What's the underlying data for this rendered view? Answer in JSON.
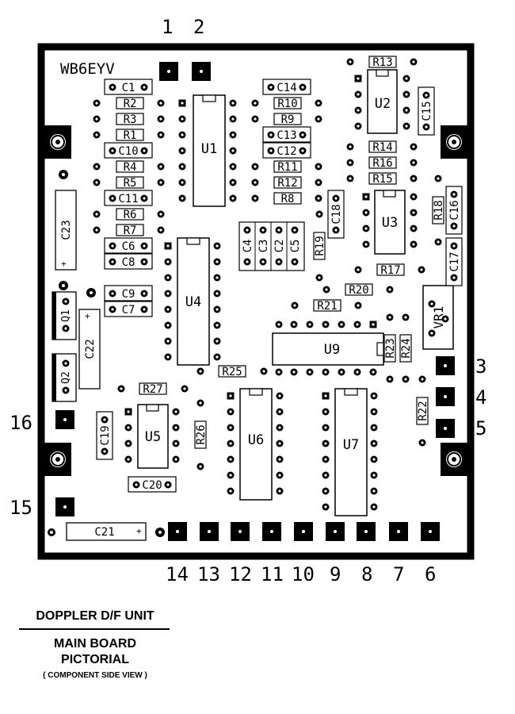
{
  "board": {
    "call_sign": "WB6EYV",
    "pin_labels": {
      "p1": "1",
      "p2": "2",
      "p3": "3",
      "p4": "4",
      "p5": "5",
      "p6": "6",
      "p7": "7",
      "p8": "8",
      "p9": "9",
      "p10": "10",
      "p11": "11",
      "p12": "12",
      "p13": "13",
      "p14": "14",
      "p15": "15",
      "p16": "16"
    },
    "ics": {
      "u1": "U1",
      "u2": "U2",
      "u3": "U3",
      "u4": "U4",
      "u5": "U5",
      "u6": "U6",
      "u7": "U7",
      "u9": "U9"
    },
    "resistors": {
      "r1": "R1",
      "r2": "R2",
      "r3": "R3",
      "r4": "R4",
      "r5": "R5",
      "r6": "R6",
      "r7": "R7",
      "r8": "R8",
      "r9": "R9",
      "r10": "R10",
      "r11": "R11",
      "r12": "R12",
      "r13": "R13",
      "r14": "R14",
      "r15": "R15",
      "r16": "R16",
      "r17": "R17",
      "r18": "R18",
      "r19": "R19",
      "r20": "R20",
      "r21": "R21",
      "r22": "R22",
      "r23": "R23",
      "r24": "R24",
      "r25": "R25",
      "r26": "R26",
      "r27": "R27",
      "vr1": "VR1"
    },
    "capacitors": {
      "c1": "C1",
      "c2": "C2",
      "c3": "C3",
      "c4": "C4",
      "c5": "C5",
      "c6": "C6",
      "c7": "C7",
      "c8": "C8",
      "c9": "C9",
      "c10": "C10",
      "c11": "C11",
      "c12": "C12",
      "c13": "C13",
      "c14": "C14",
      "c15": "C15",
      "c16": "C16",
      "c17": "C17",
      "c18": "C18",
      "c19": "C19",
      "c20": "C20",
      "c21": "C21",
      "c22": "C22",
      "c23": "C23"
    },
    "crystals": {
      "q1": "Q1",
      "q2": "Q2"
    },
    "plus": "+"
  },
  "caption": {
    "title": "DOPPLER D/F UNIT",
    "line1": "MAIN BOARD",
    "line2": "PICTORIAL",
    "note": "( COMPONENT SIDE VIEW )"
  }
}
